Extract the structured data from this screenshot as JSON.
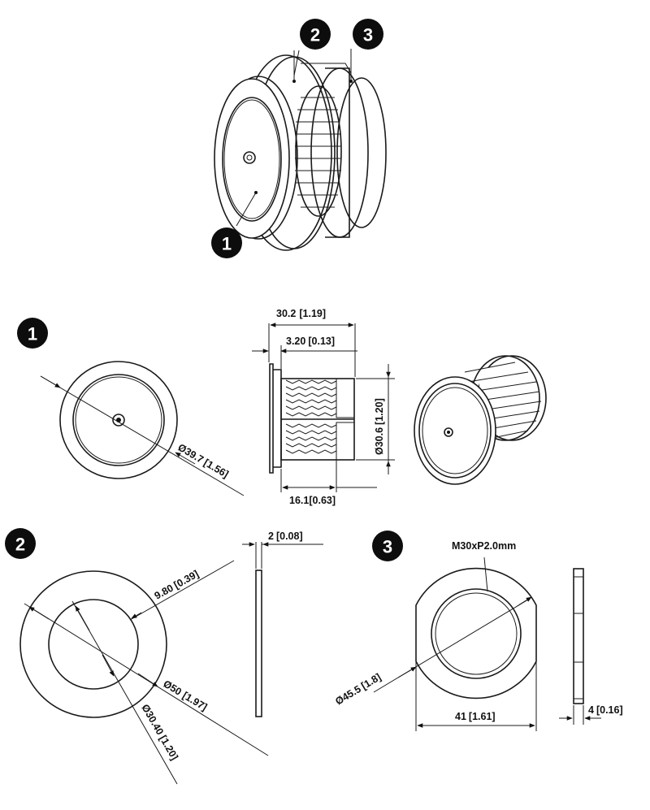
{
  "callouts": [
    "1",
    "2",
    "3"
  ],
  "dimensions": {
    "d1_dia": "Ø39.7",
    "d1_dia_in": "1.56",
    "side_len": "30.2",
    "side_len_in": "1.19",
    "flange_thk": "3.20",
    "flange_thk_in": "0.13",
    "thread_dia": "Ø30.6",
    "thread_dia_in": "1.20",
    "thread_len": "16.1",
    "thread_len_in": "0.63",
    "ring_width": "9.80",
    "ring_width_in": "0.39",
    "ring_od": "Ø50",
    "ring_od_in": "1.97",
    "ring_id": "Ø30.40",
    "ring_id_in": "1.20",
    "ring_thk": "2",
    "ring_thk_in": "0.08",
    "nut_thread": "M30xP2.0mm",
    "nut_od": "Ø45.5",
    "nut_od_in": "1.8",
    "nut_flats": "41",
    "nut_flats_in": "1.61",
    "nut_thk": "4",
    "nut_thk_in": "0.16"
  }
}
